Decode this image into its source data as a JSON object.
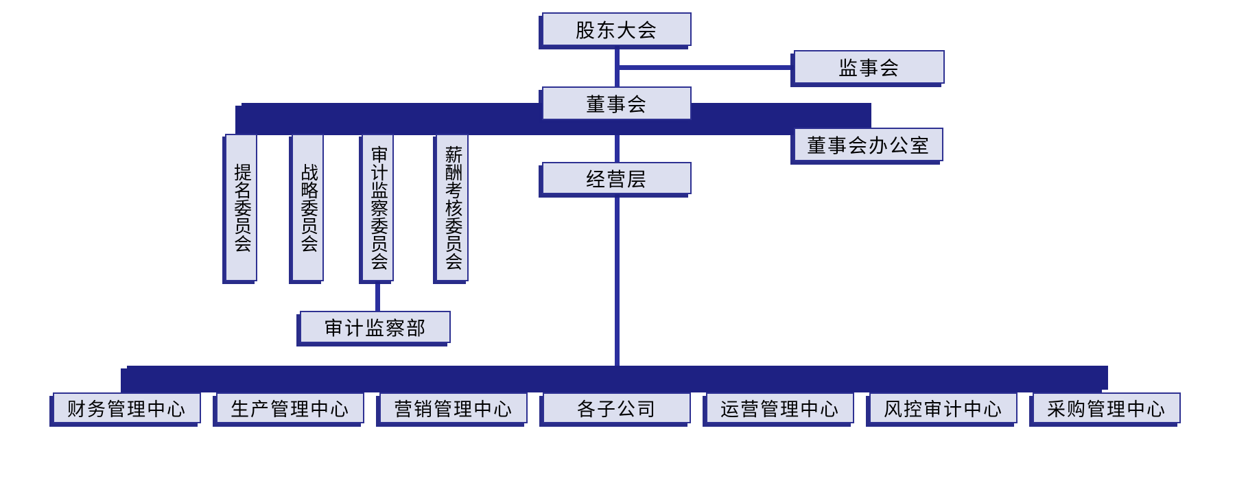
{
  "colors": {
    "background": "#ffffff",
    "box_fill": "#dcdfef",
    "box_border": "#2e3192",
    "band": "#1e2183",
    "line": "#2b2f9e",
    "text": "#000000"
  },
  "nodes": {
    "shareholders": "股东大会",
    "supervisory_board": "监事会",
    "board": "董事会",
    "board_office": "董事会办公室",
    "management": "经营层",
    "audit_dept": "审计监察部"
  },
  "committees": [
    "提名委员会",
    "战略委员会",
    "审计监察委员会",
    "薪酬考核委员会"
  ],
  "bottom_units": [
    "财务管理中心",
    "生产管理中心",
    "营销管理中心",
    "各子公司",
    "运营管理中心",
    "风控审计中心",
    "采购管理中心"
  ]
}
